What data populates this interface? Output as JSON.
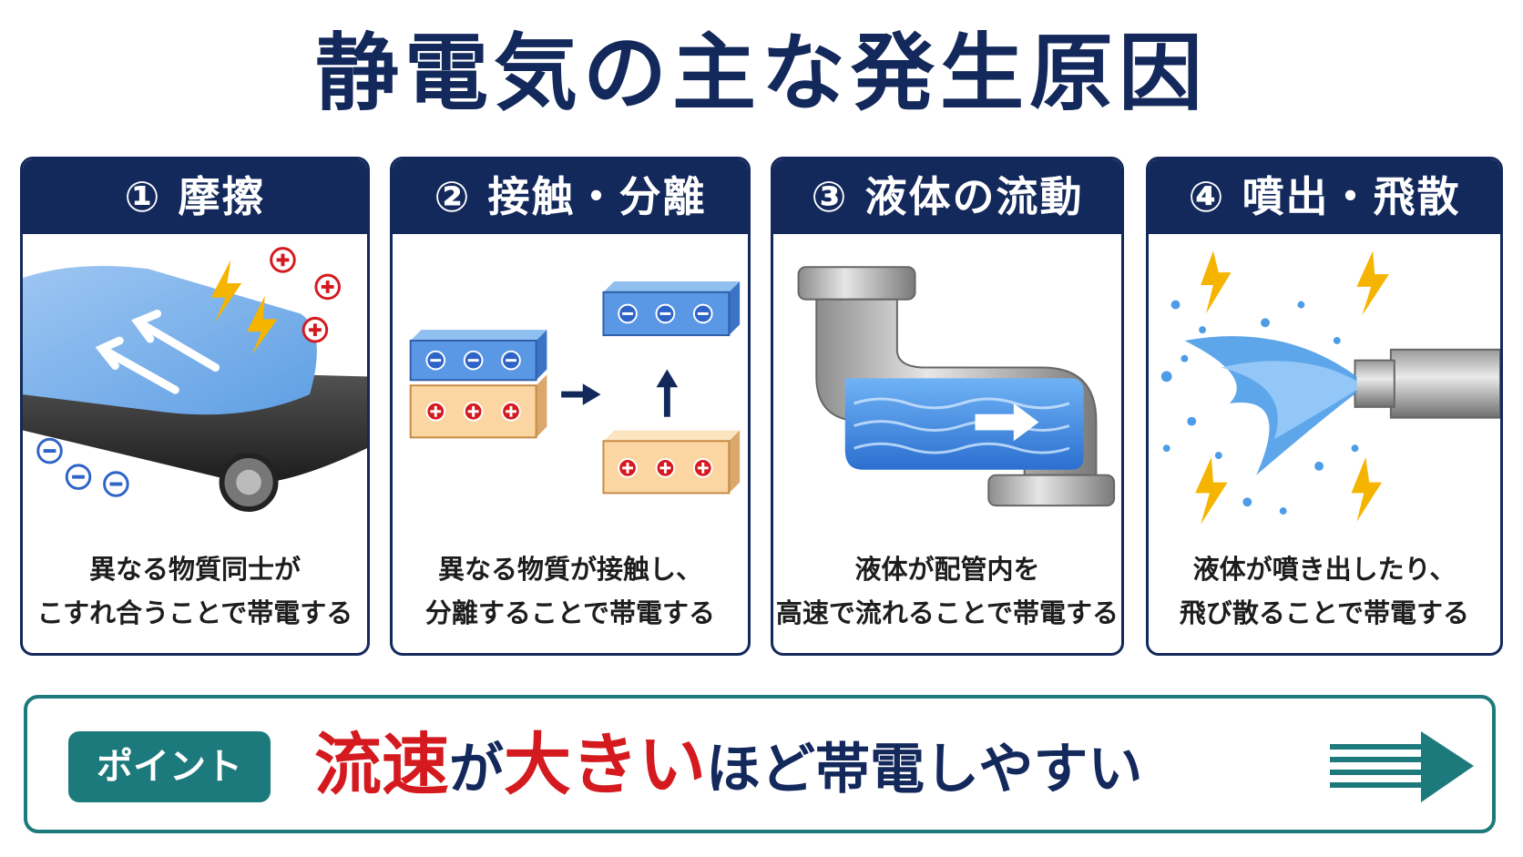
{
  "title": "静電気の主な発生原因",
  "cards": [
    {
      "heading": "① 摩擦",
      "lines": [
        "異なる物質同士が",
        "こすれ合うことで帯電する"
      ]
    },
    {
      "heading": "② 接触・分離",
      "lines": [
        "異なる物質が接触し、",
        "分離することで帯電する"
      ]
    },
    {
      "heading": "③ 液体の流動",
      "lines": [
        "液体が配管内を",
        "高速で流れることで帯電する"
      ]
    },
    {
      "heading": "④ 噴出・飛散",
      "lines": [
        "液体が噴き出したり、",
        "飛び散ることで帯電する"
      ]
    }
  ],
  "point": {
    "badge": "ポイント",
    "part1": "流速",
    "part2": "が",
    "part3": "大きい",
    "part4": "ほど帯電しやすい"
  },
  "colors": {
    "navy": "#13285b",
    "teal": "#1d7a7c",
    "red": "#d41a1f",
    "water_blue": "#3f8fe0",
    "spark_yellow": "#f5b400"
  },
  "icons": [
    "lightning-icon",
    "plus-charge-icon",
    "minus-charge-icon",
    "arrow-right-icon",
    "arrow-up-icon"
  ]
}
